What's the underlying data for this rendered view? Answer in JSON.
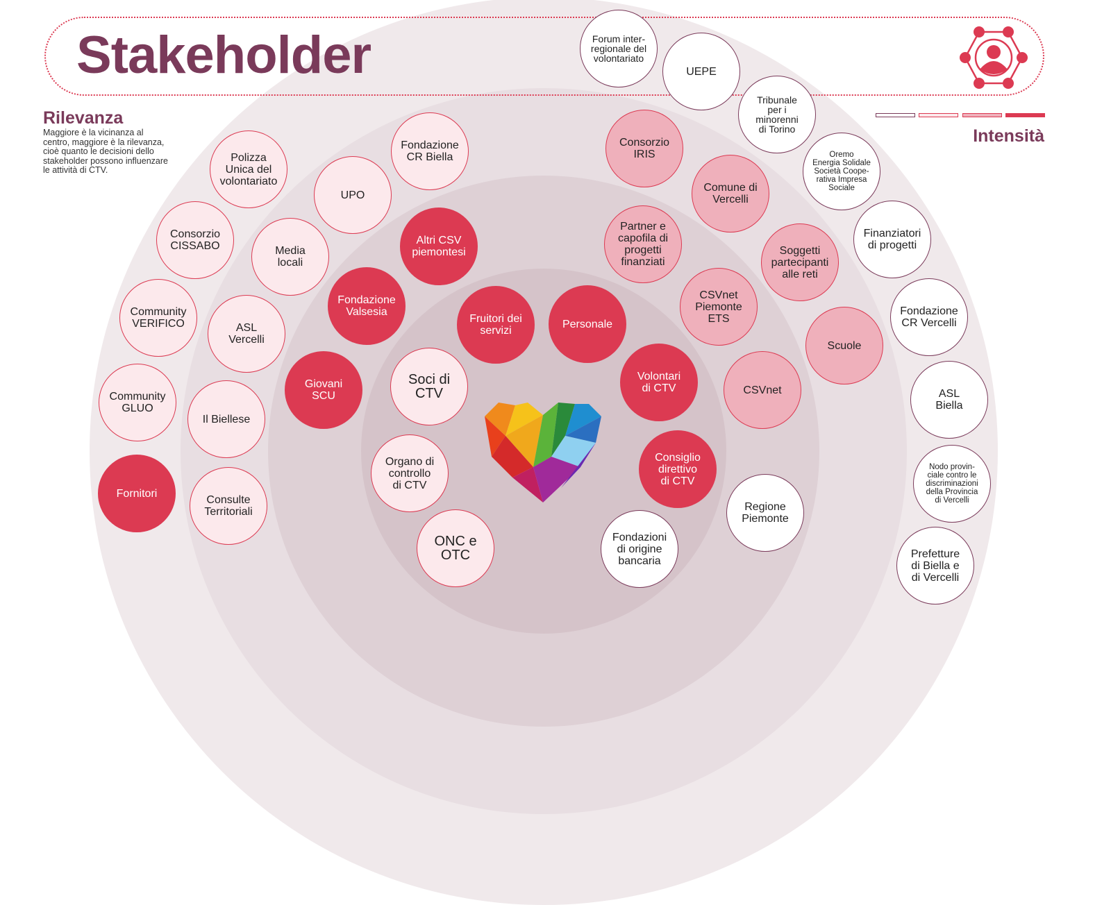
{
  "title": "Stakeholder",
  "relevance": {
    "heading": "Rilevanza",
    "text": "Maggiore è la vicinanza al centro, maggiore è la rilevanza, cioè quanto le decisioni dello stakeholder possono influenzare le attività di CTV."
  },
  "intensity": {
    "heading": "Intensità",
    "levels": [
      1,
      2,
      3,
      4
    ]
  },
  "colors": {
    "brand": "#7a3a5a",
    "accent": "#dc3a52",
    "level1": "#ffffff",
    "level2": "#fce9ec",
    "level3": "#efb0bb",
    "level4": "#dc3a52"
  },
  "stakeholders": [
    {
      "label": "Forum inter-\nregionale del\nvolontariato",
      "intensity": 1
    },
    {
      "label": "UEPE",
      "intensity": 1
    },
    {
      "label": "Tribunale\nper i\nminorenni\ndi Torino",
      "intensity": 1
    },
    {
      "label": "Oremo\nEnergia Solidale\nSocietà Coope-\nrativa Impresa\nSociale",
      "intensity": 1
    },
    {
      "label": "Finanziatori\ndi progetti",
      "intensity": 1
    },
    {
      "label": "Fondazione\nCR Vercelli",
      "intensity": 1
    },
    {
      "label": "ASL\nBiella",
      "intensity": 1
    },
    {
      "label": "Nodo provin-\nciale contro le\ndiscriminazioni\ndella Provincia\ndi Vercelli",
      "intensity": 1
    },
    {
      "label": "Prefetture\ndi Biella e\ndi Vercelli",
      "intensity": 1
    },
    {
      "label": "Regione\nPiemonte",
      "intensity": 1
    },
    {
      "label": "Fondazioni\ndi origine\nbancaria",
      "intensity": 1
    },
    {
      "label": "Polizza\nUnica del\nvolontariato",
      "intensity": 2
    },
    {
      "label": "Fondazione\nCR Biella",
      "intensity": 2
    },
    {
      "label": "UPO",
      "intensity": 2
    },
    {
      "label": "Consorzio\nCISSABO",
      "intensity": 2
    },
    {
      "label": "Media\nlocali",
      "intensity": 2
    },
    {
      "label": "Community\nVERIFICO",
      "intensity": 2
    },
    {
      "label": "ASL\nVercelli",
      "intensity": 2
    },
    {
      "label": "Community\nGLUO",
      "intensity": 2
    },
    {
      "label": "Il Biellese",
      "intensity": 2
    },
    {
      "label": "Consulte\nTerritoriali",
      "intensity": 2
    },
    {
      "label": "Soci di\nCTV",
      "intensity": 2
    },
    {
      "label": "Organo di\ncontrollo\ndi CTV",
      "intensity": 2
    },
    {
      "label": "ONC e\nOTC",
      "intensity": 2
    },
    {
      "label": "Consorzio\nIRIS",
      "intensity": 3
    },
    {
      "label": "Comune di\nVercelli",
      "intensity": 3
    },
    {
      "label": "Partner e\ncapofila di\nprogetti\nfinanziati",
      "intensity": 3
    },
    {
      "label": "Soggetti\npartecipanti\nalle reti",
      "intensity": 3
    },
    {
      "label": "CSVnet\nPiemonte\nETS",
      "intensity": 3
    },
    {
      "label": "Scuole",
      "intensity": 3
    },
    {
      "label": "CSVnet",
      "intensity": 3
    },
    {
      "label": "Altri CSV\npiemontesi",
      "intensity": 4
    },
    {
      "label": "Fondazione\nValsesia",
      "intensity": 4
    },
    {
      "label": "Giovani\nSCU",
      "intensity": 4
    },
    {
      "label": "Fornitori",
      "intensity": 4
    },
    {
      "label": "Fruitori dei\nservizi",
      "intensity": 4
    },
    {
      "label": "Personale",
      "intensity": 4
    },
    {
      "label": "Volontari\ndi CTV",
      "intensity": 4
    },
    {
      "label": "Consiglio\ndirettivo\ndi CTV",
      "intensity": 4
    }
  ]
}
